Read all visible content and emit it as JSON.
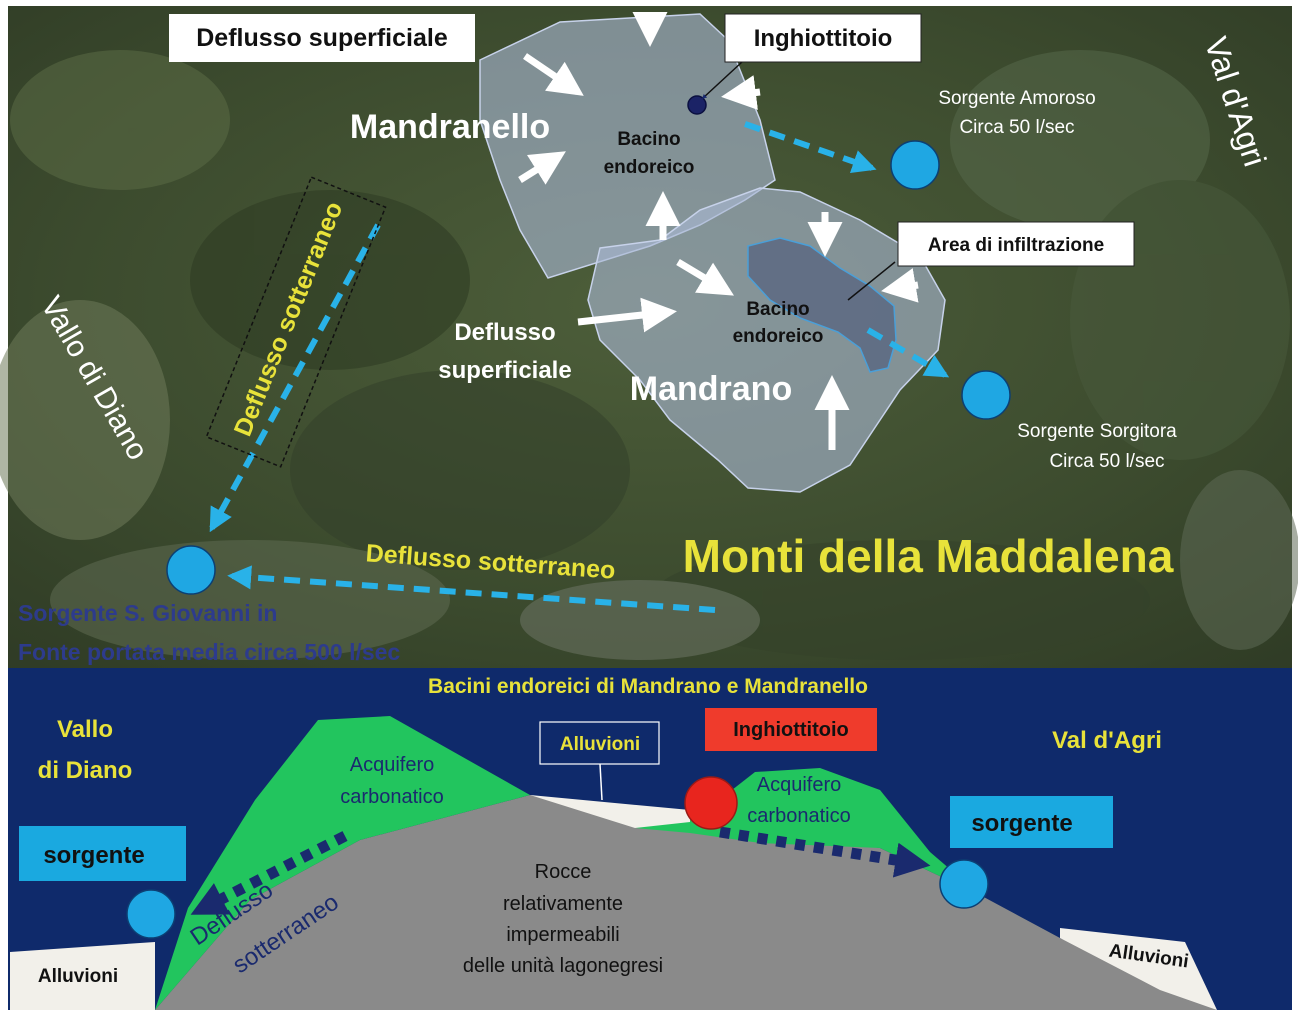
{
  "colors": {
    "map_dark": "#3a4a2c",
    "basin_fill": "#aab8d4",
    "arrow_white": "#ffffff",
    "arrow_blue": "#29b2e8",
    "spring_blue": "#1fa7e3",
    "label_yellow": "#e8e23a",
    "section_bg": "#0f2a6b",
    "aquifer_green": "#22c55e",
    "rock_gray": "#8a8a8a",
    "alluvium_white": "#f2f0ea",
    "sink_red": "#e8251e",
    "banner_blue": "#1aa9e0",
    "banner_red": "#ef3b2c"
  },
  "map": {
    "labels": {
      "surface_runoff_box": "Deflusso superficiale",
      "sinkhole_box": "Inghiottitoio",
      "mandranello": "Mandranello",
      "basin1": "Bacino endoreico",
      "spring_amoroso": "Sorgente Amoroso",
      "spring_amoroso_flow": "Circa 50 l/sec",
      "val_agri": "Val d'Agri",
      "infiltration_box": "Area di infiltrazione",
      "basin2": "Bacino endoreico",
      "surface_runoff_1": "Deflusso",
      "surface_runoff_2": "superficiale",
      "mandrano": "Mandrano",
      "spring_sorgitora": "Sorgente Sorgitora",
      "spring_sorgitora_flow": "Circa 50 l/sec",
      "vallo_diano": "Vallo di Diano",
      "underground_diag": "Deflusso sotterraneo",
      "underground_horiz": "Deflusso sotterraneo",
      "monti": "Monti della Maddalena",
      "spring_sg_1": "Sorgente S. Giovanni in",
      "spring_sg_2": "Fonte portata media circa 500 l/sec"
    }
  },
  "section": {
    "title": "Bacini endoreici di Mandrano  e Mandranello",
    "vallo_1": "Vallo",
    "vallo_2": "di Diano",
    "val_agri": "Val d'Agri",
    "alluvioni_box": "Alluvioni",
    "inghiottitoio": "Inghiottitoio",
    "aquifer_left_1": "Acquifero",
    "aquifer_left_2": "carbonatico",
    "aquifer_right_1": "Acquifero",
    "aquifer_right_2": "carbonatico",
    "sorgente_left": "sorgente",
    "sorgente_right": "sorgente",
    "flow_1": "Deflusso",
    "flow_2": "sotterraneo",
    "rocks_1": "Rocce",
    "rocks_2": "relativamente",
    "rocks_3": "impermeabili",
    "rocks_4": "delle unità lagonegresi",
    "alluvioni_left": "Alluvioni",
    "alluvioni_right": "Alluvioni"
  }
}
